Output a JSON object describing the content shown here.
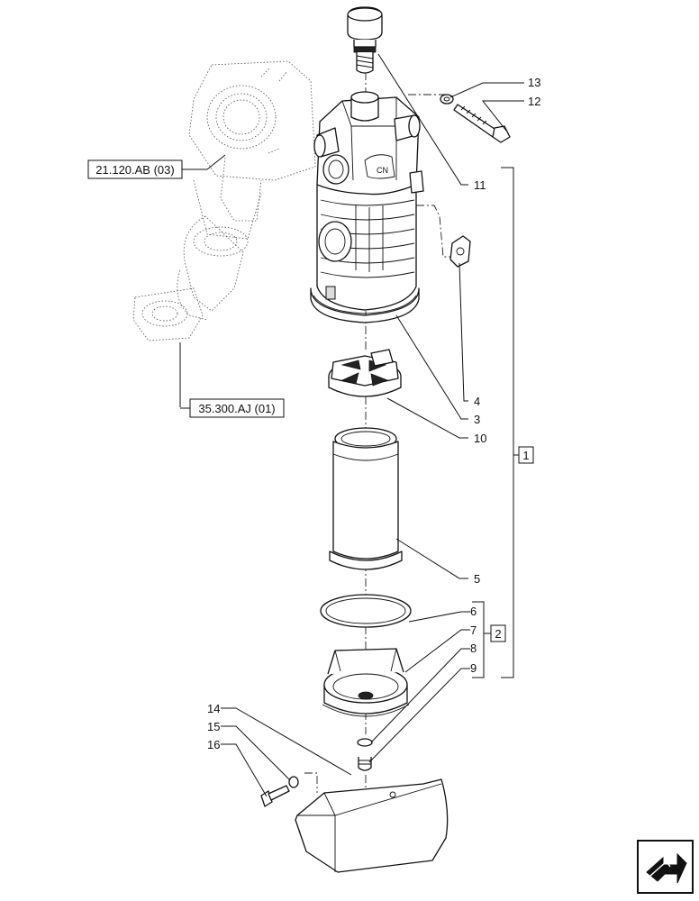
{
  "references": {
    "ref_top": "21.120.AB (03)",
    "ref_bottom": "35.300.AJ (01)"
  },
  "callouts": {
    "c1": "1",
    "c2": "2",
    "c3": "3",
    "c4": "4",
    "c5": "5",
    "c6": "6",
    "c7": "7",
    "c8": "8",
    "c9": "9",
    "c10": "10",
    "c11": "11",
    "c12": "12",
    "c13": "13",
    "c14": "14",
    "c15": "15",
    "c16": "16"
  },
  "groups": {
    "g1": "1",
    "g2": "2"
  },
  "nav_icon": "next-page-arrow-icon"
}
